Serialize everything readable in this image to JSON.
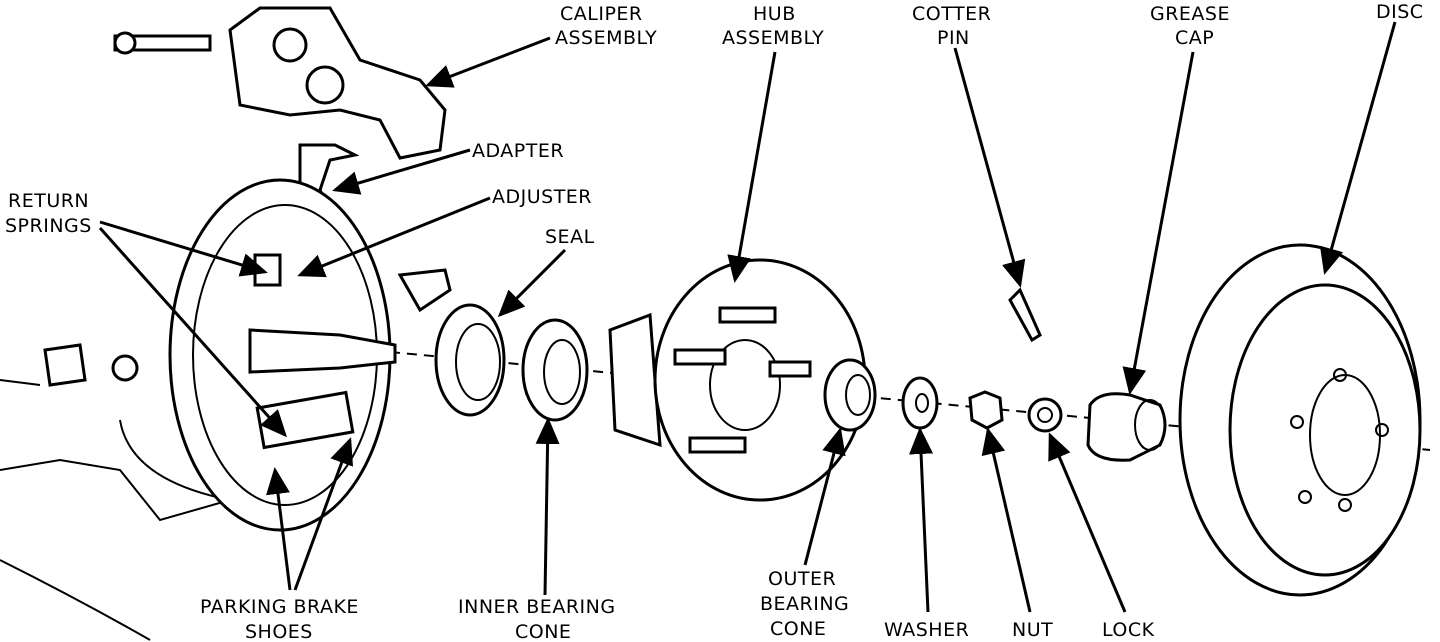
{
  "labels": {
    "caliper": [
      "CALIPER",
      "ASSEMBLY"
    ],
    "hub": [
      "HUB",
      "ASSEMBLY"
    ],
    "cotter": [
      "COTTER",
      "PIN"
    ],
    "grease": [
      "GREASE",
      "CAP"
    ],
    "disc": "DISC",
    "adapter": "ADAPTER",
    "adjuster": "ADJUSTER",
    "return_springs": [
      "RETURN",
      "SPRINGS"
    ],
    "seal": "SEAL",
    "parking_brake": [
      "PARKING BRAKE",
      "SHOES"
    ],
    "inner_bearing": [
      "INNER BEARING",
      "CONE"
    ],
    "outer_bearing": [
      "OUTER",
      "BEARING",
      "CONE"
    ],
    "washer": "WASHER",
    "nut": "NUT",
    "lock": "LOCK"
  }
}
